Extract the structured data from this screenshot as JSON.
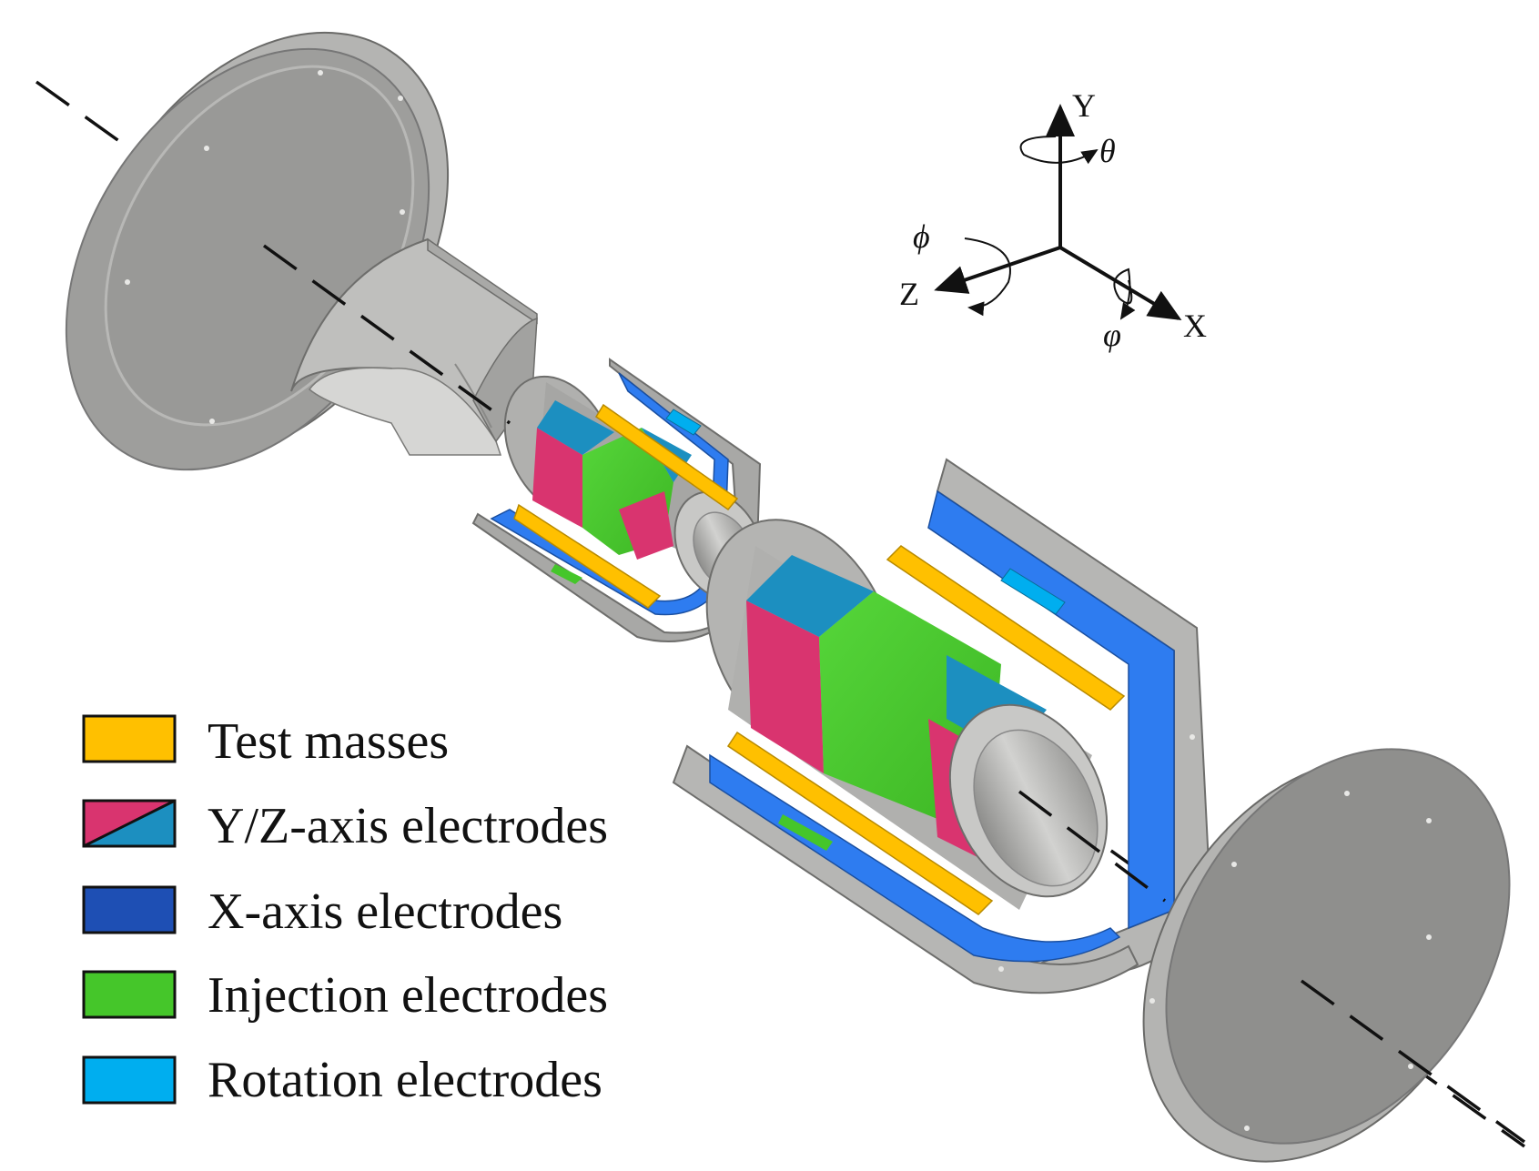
{
  "legend": {
    "items": [
      {
        "label": "Test masses",
        "colors": [
          "#FFC000"
        ]
      },
      {
        "label": "Y/Z-axis electrodes",
        "colors": [
          "#D9346F",
          "#1C8FC0"
        ]
      },
      {
        "label": "X-axis electrodes",
        "colors": [
          "#1E4FB4"
        ]
      },
      {
        "label": "Injection electrodes",
        "colors": [
          "#45C62A"
        ]
      },
      {
        "label": "Rotation electrodes",
        "colors": [
          "#00AEEF"
        ]
      }
    ]
  },
  "axes": {
    "y_label": "Y",
    "z_label": "Z",
    "x_label": "X",
    "theta": "θ",
    "phi_upright": "ϕ",
    "phi_curly": "φ"
  },
  "colors": {
    "metal": "#9A9A98",
    "metal_light": "#C6C6C4",
    "metal_dark": "#7E7E7C",
    "test_mass": "#FFC000",
    "yz_magenta": "#D9346F",
    "yz_cyan": "#1C8FC0",
    "x_axis": "#1E4FB4",
    "x_axis_inner": "#2E7CF0",
    "injection": "#45C62A",
    "rotation": "#00AEEF"
  }
}
